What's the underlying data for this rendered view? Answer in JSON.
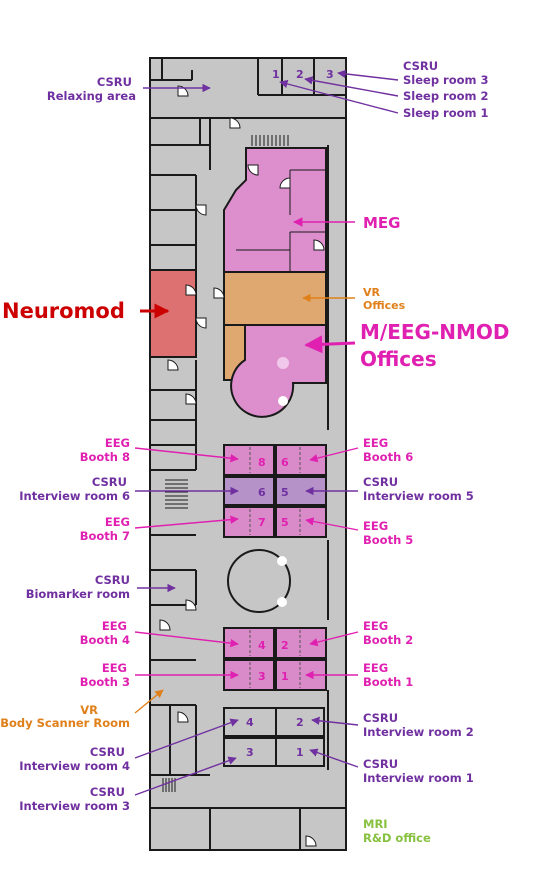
{
  "colors": {
    "csru": "#7030a0",
    "eeg": "#e020b0",
    "meg": "#e020b0",
    "vr": "#e0801a",
    "neuromod": "#cc0000",
    "mri": "#88c040",
    "meg_fill": "#dc8fcc",
    "vr_fill": "#dfa870",
    "neuromod_fill": "#dd7070",
    "booth_fill": "#d98ac8",
    "interview_fill": "#b593c9",
    "floor": "#c6c6c6"
  },
  "labels": {
    "csru_relax_1": "CSRU",
    "csru_relax_2": "Relaxing area",
    "csru_sleep_1": "CSRU",
    "sleep3": "Sleep room 3",
    "sleep2": "Sleep room 2",
    "sleep1": "Sleep room 1",
    "meg": "MEG",
    "vr_off_1": "VR",
    "vr_off_2": "Offices",
    "neuromod": "Neuromod",
    "meeg_1": "M/EEG-NMOD",
    "meeg_2": "Offices",
    "eeg8_1": "EEG",
    "eeg8_2": "Booth 8",
    "eeg6_1": "EEG",
    "eeg6_2": "Booth 6",
    "int6_1": "CSRU",
    "int6_2": "Interview room 6",
    "int5_1": "CSRU",
    "int5_2": "Interview room 5",
    "eeg7_1": "EEG",
    "eeg7_2": "Booth 7",
    "eeg5_1": "EEG",
    "eeg5_2": "Booth 5",
    "bio_1": "CSRU",
    "bio_2": "Biomarker room",
    "eeg4_1": "EEG",
    "eeg4_2": "Booth 4",
    "eeg2_1": "EEG",
    "eeg2_2": "Booth 2",
    "eeg3_1": "EEG",
    "eeg3_2": "Booth 3",
    "eeg1_1": "EEG",
    "eeg1_2": "Booth 1",
    "vrbody_1": "VR",
    "vrbody_2": "Body Scanner Room",
    "int2_1": "CSRU",
    "int2_2": "Interview room 2",
    "int4_1": "CSRU",
    "int4_2": "Interview room 4",
    "int1_1": "CSRU",
    "int1_2": "Interview room 1",
    "int3_1": "CSRU",
    "int3_2": "Interview room 3",
    "mri_1": "MRI",
    "mri_2": "R&D office"
  },
  "room_numbers": {
    "sleep1": "1",
    "sleep2": "2",
    "sleep3": "3",
    "booth8": "8",
    "booth6": "6",
    "int6": "6",
    "int5": "5",
    "booth7": "7",
    "booth5": "5",
    "booth4": "4",
    "booth2": "2",
    "booth3": "3",
    "booth1": "1",
    "int4": "4",
    "int2": "2",
    "int3": "3",
    "int1": "1"
  }
}
